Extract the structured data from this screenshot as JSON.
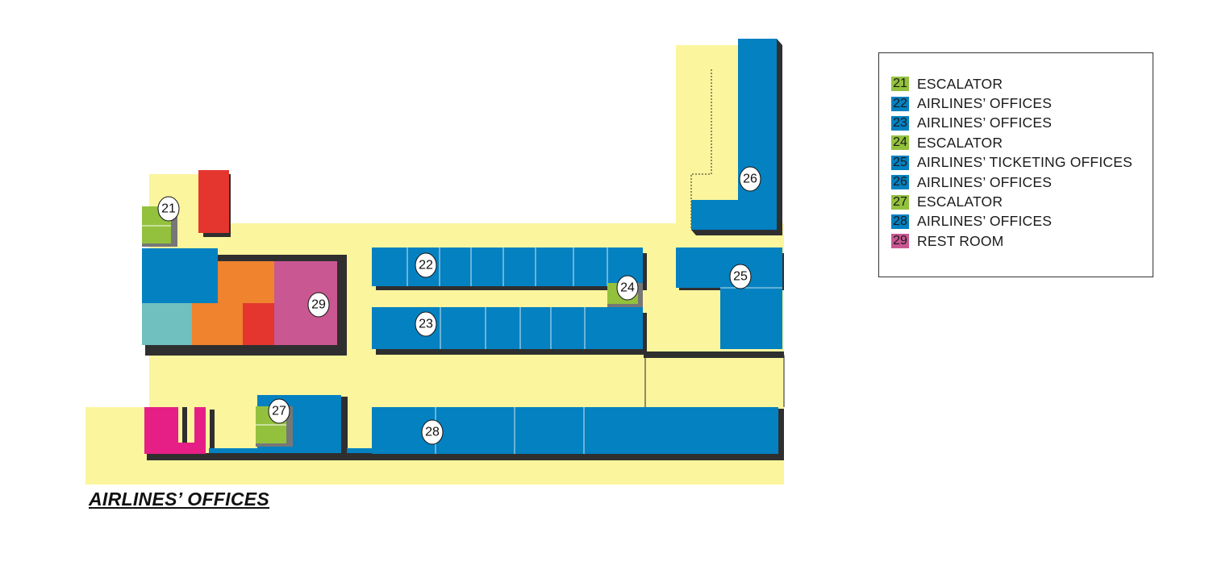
{
  "map": {
    "title": "AIRLINES’ OFFICES",
    "colors": {
      "corridor": "#FBF59D",
      "office": "#0481C1",
      "escalator": "#93C13E",
      "rest_room": "#C95792",
      "red": "#E4362F",
      "orange": "#EF832E",
      "teal": "#6FC0BE",
      "magenta": "#E51F86",
      "shadow": "#2F2F2F"
    },
    "unit_labels": [
      "21",
      "22",
      "23",
      "24",
      "25",
      "26",
      "27",
      "28",
      "29"
    ]
  },
  "legend": {
    "items": [
      {
        "num": "21",
        "label": "ESCALATOR",
        "color": "#93C13E"
      },
      {
        "num": "22",
        "label": "AIRLINES’ OFFICES",
        "color": "#0481C1"
      },
      {
        "num": "23",
        "label": "AIRLINES’ OFFICES",
        "color": "#0481C1"
      },
      {
        "num": "24",
        "label": "ESCALATOR",
        "color": "#93C13E"
      },
      {
        "num": "25",
        "label": "AIRLINES’ TICKETING OFFICES",
        "color": "#0481C1"
      },
      {
        "num": "26",
        "label": "AIRLINES’ OFFICES",
        "color": "#0481C1"
      },
      {
        "num": "27",
        "label": "ESCALATOR",
        "color": "#93C13E"
      },
      {
        "num": "28",
        "label": "AIRLINES’ OFFICES",
        "color": "#0481C1"
      },
      {
        "num": "29",
        "label": "REST ROOM",
        "color": "#C95792"
      }
    ]
  }
}
